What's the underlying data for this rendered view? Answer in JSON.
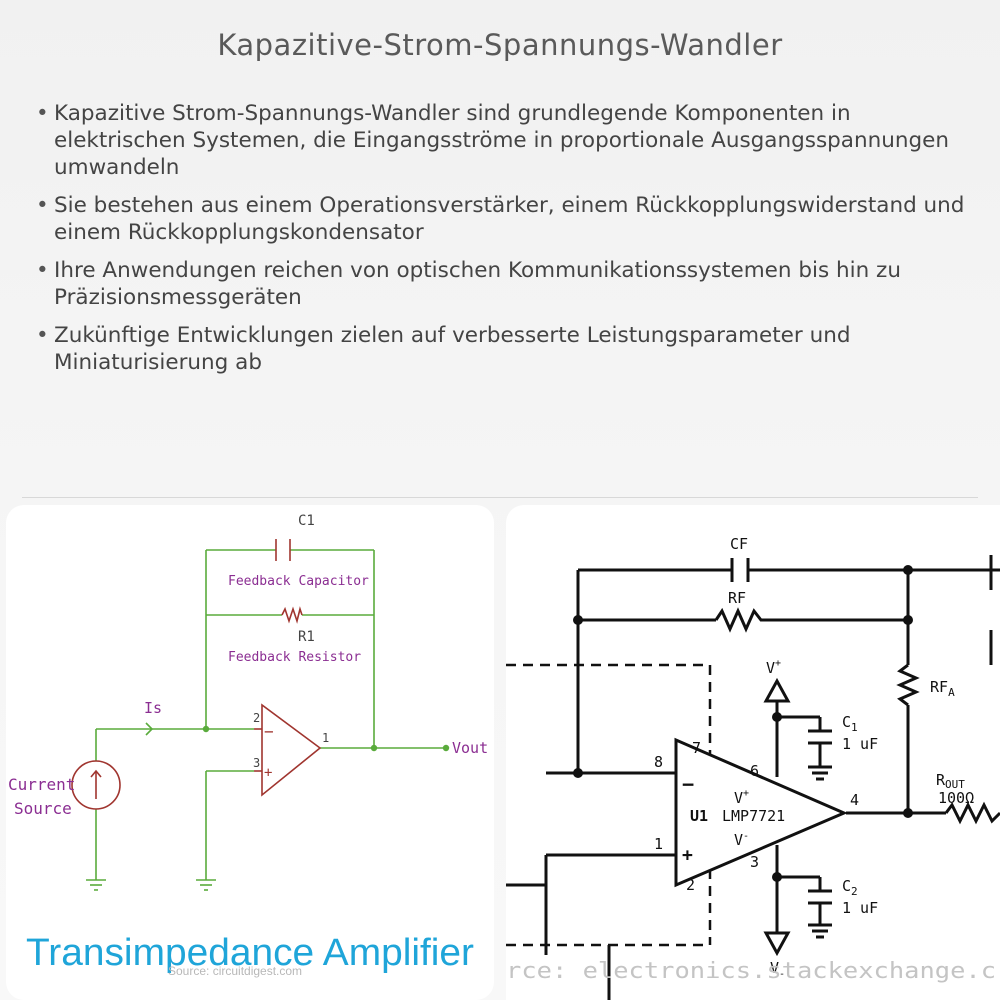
{
  "page": {
    "title": "Kapazitive-Strom-Spannungs-Wandler",
    "bullets": [
      "Kapazitive Strom-Spannungs-Wandler sind grundlegende Komponenten in elektrischen Systemen, die Eingangsströme in proportionale Ausgangsspannungen umwandeln",
      "Sie bestehen aus einem Operationsverstärker, einem Rückkopplungswiderstand und einem Rückkopplungskondensator",
      "Ihre Anwendungen reichen von optischen Kommunikationssystemen bis hin zu Präzisionsmessgeräten",
      "Zukünftige Entwicklungen zielen auf verbesserte Leistungsparameter und Miniaturisierung ab"
    ]
  },
  "left_figure": {
    "c1": "C1",
    "feedback_capacitor": "Feedback Capacitor",
    "r1": "R1",
    "feedback_resistor": "Feedback Resistor",
    "is": "Is",
    "pin2": "2",
    "pin3": "3",
    "pin1": "1",
    "minus": "−",
    "plus": "+",
    "vout": "Vout",
    "current_line1": "Current",
    "current_line2": "Source",
    "caption": "Transimpedance Amplifier",
    "source": "Source: circuitdigest.com",
    "colors": {
      "wire": "#5aab3c",
      "component": "#a0352f",
      "label": "#8b2e92",
      "caption": "#1fa5d9"
    }
  },
  "right_figure": {
    "cf": "CF",
    "rf": "RF",
    "rfa": "RF",
    "rfa_sub": "A",
    "vplus": "V",
    "vplus_sup": "+",
    "vminus": "V",
    "vminus_sup": "-",
    "c1": "C",
    "c1_sub": "1",
    "c1_val": "1 uF",
    "c2": "C",
    "c2_sub": "2",
    "c2_val": "1 uF",
    "pin8": "8",
    "pin7": "7",
    "pin6": "6",
    "pin4": "4",
    "pin1": "1",
    "pin3": "3",
    "pin2": "2",
    "u1": "U1",
    "part": "LMP7721",
    "inner_vplus": "V",
    "inner_vplus_sup": "+",
    "inner_vminus": "V",
    "inner_vminus_sup": "-",
    "minus": "−",
    "plus": "+",
    "rout": "R",
    "rout_sub": "OUT",
    "rout_val": "100Ω",
    "source": "rce: electronics.stackexchange.c"
  }
}
